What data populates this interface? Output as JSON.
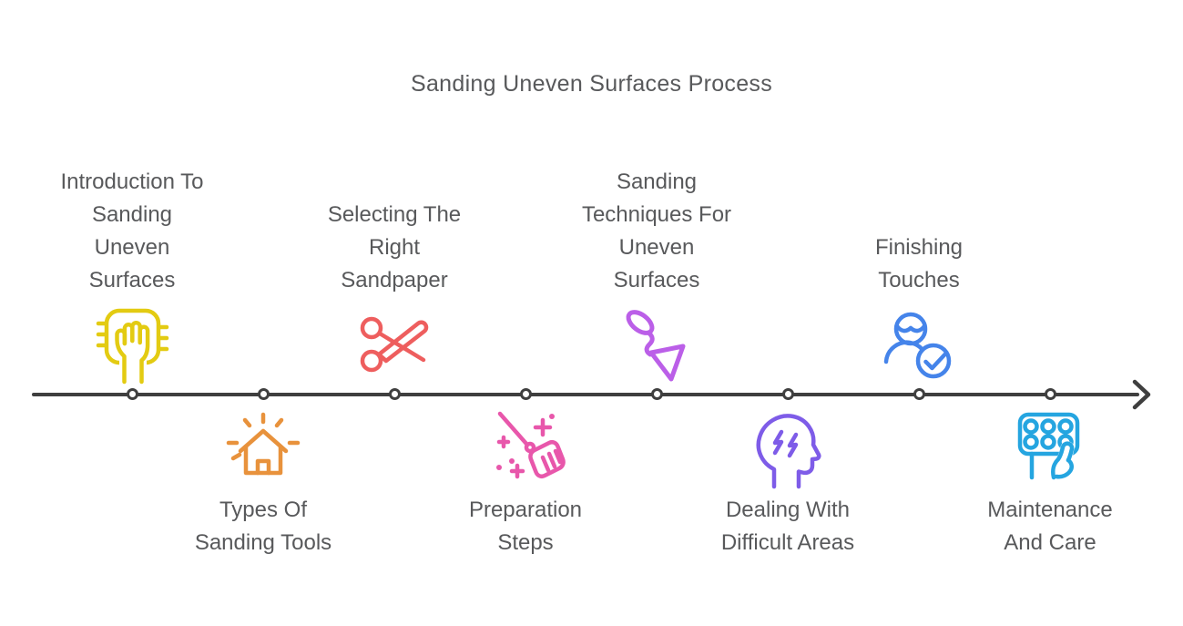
{
  "title": "Sanding Uneven Surfaces Process",
  "colors": {
    "timeline": "#3f3f3f",
    "text": "#58595b",
    "background": "#ffffff"
  },
  "steps": [
    {
      "label": "Introduction To\nSanding\nUneven\nSurfaces",
      "icon": "sanding-block-hand-icon",
      "color": "#e3cb12",
      "position": "above"
    },
    {
      "label": "Types Of\nSanding Tools",
      "icon": "shining-house-icon",
      "color": "#e8923c",
      "position": "below"
    },
    {
      "label": "Selecting The\nRight\nSandpaper",
      "icon": "scissors-icon",
      "color": "#ee5e5e",
      "position": "above"
    },
    {
      "label": "Preparation\nSteps",
      "icon": "broom-sparkles-icon",
      "color": "#e857ab",
      "position": "below"
    },
    {
      "label": "Sanding\nTechniques For\nUneven\nSurfaces",
      "icon": "trowel-icon",
      "color": "#bb5fe8",
      "position": "above"
    },
    {
      "label": "Dealing With\nDifficult Areas",
      "icon": "head-lightning-icon",
      "color": "#7e5ce8",
      "position": "below"
    },
    {
      "label": "Finishing\nTouches",
      "icon": "person-check-icon",
      "color": "#4584ea",
      "position": "above"
    },
    {
      "label": "Maintenance\nAnd Care",
      "icon": "keypad-finger-icon",
      "color": "#25a5e0",
      "position": "below"
    }
  ]
}
